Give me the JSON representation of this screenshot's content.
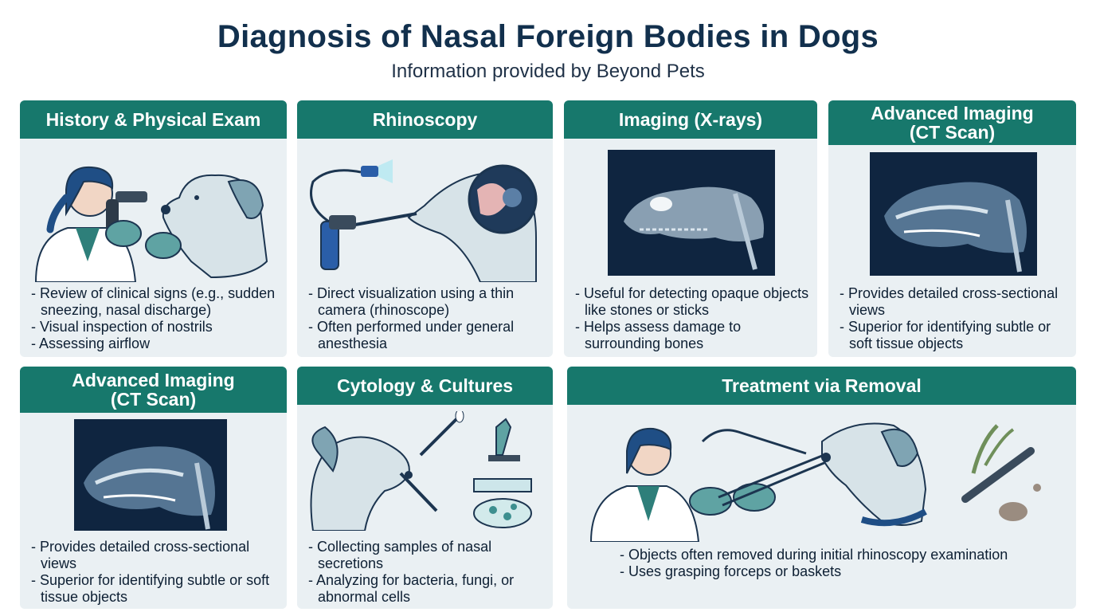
{
  "header": {
    "title": "Diagnosis of Nasal Foreign Bodies in Dogs",
    "subtitle": "Information provided by Beyond Pets"
  },
  "cards": [
    {
      "title_lines": [
        "History & Physical Exam"
      ],
      "icon": "vet-examining-dog-nose-with-otoscope",
      "bullets": [
        "Review of clinical signs (e.g., sudden sneezing, nasal discharge)",
        "Visual inspection of nostrils",
        "Assessing airflow"
      ]
    },
    {
      "title_lines": [
        "Rhinoscopy"
      ],
      "icon": "rhinoscope-camera-in-dog-nose",
      "bullets": [
        "Direct visualization using a thin camera (rhinoscope)",
        "Often performed under general anesthesia"
      ]
    },
    {
      "title_lines": [
        "Imaging (X-rays)"
      ],
      "icon": "dog-skull-xray",
      "bullets": [
        "Useful for detecting opaque objects like stones or sticks",
        "Helps assess damage to surrounding bones"
      ]
    },
    {
      "title_lines": [
        "Advanced Imaging",
        "(CT Scan)"
      ],
      "icon": "dog-head-ct-scan",
      "bullets": [
        "Provides detailed cross-sectional views",
        "Superior for identifying subtle or soft tissue objects"
      ]
    },
    {
      "title_lines": [
        "Advanced Imaging",
        "(CT Scan)"
      ],
      "icon": "dog-head-ct-scan",
      "bullets": [
        "Provides detailed cross-sectional views",
        "Superior for identifying subtle or soft tissue objects"
      ]
    },
    {
      "title_lines": [
        "Cytology & Cultures"
      ],
      "icon": "swab-microscope-petri-dish",
      "bullets": [
        "Collecting samples of nasal secretions",
        "Analyzing for bacteria, fungi, or abnormal cells"
      ]
    },
    {
      "title_lines": [
        "Treatment via Removal"
      ],
      "icon": "vet-removing-object-with-forceps",
      "bullets": [
        "Objects often removed during initial rhinoscopy examination",
        "Uses grasping forceps or baskets"
      ]
    }
  ],
  "colors": {
    "accent_teal": "#17786c",
    "card_background": "#eaf0f3",
    "title_navy": "#12304d",
    "scan_background": "#0f2540"
  }
}
